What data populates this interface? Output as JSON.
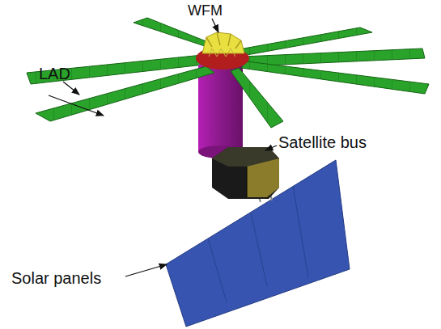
{
  "diagram": {
    "labels": [
      "WFM",
      "LAD",
      "Satellite bus",
      "Solar panels"
    ]
  }
}
